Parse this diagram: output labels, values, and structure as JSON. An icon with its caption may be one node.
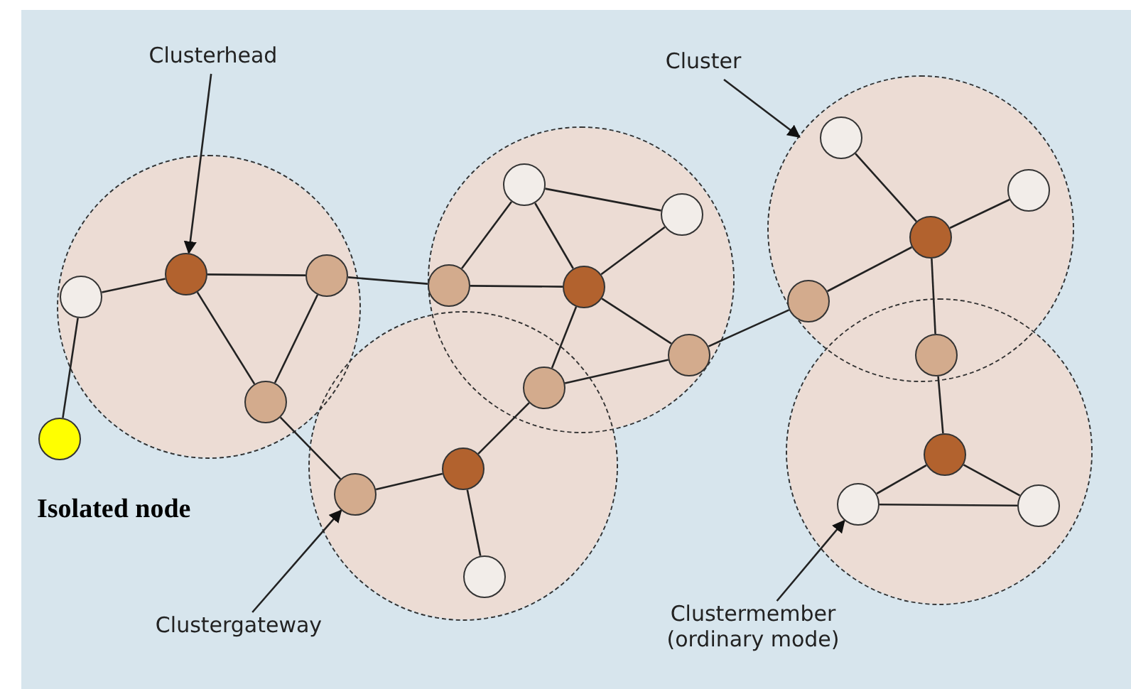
{
  "diagram": {
    "nodes": [
      {
        "text": [
          "Clusterhead"
        ]
      },
      {
        "text": [
          "Cluster"
        ]
      },
      {
        "text": [],
        "shape": "circle"
      },
      {
        "text": [],
        "shape": "circle"
      },
      {
        "text": [],
        "shape": "circle"
      },
      {
        "text": [],
        "shape": "circle"
      },
      {
        "text": [],
        "shape": "circle"
      },
      {
        "text": [],
        "shape": "circle",
        "in": 2
      },
      {
        "text": [],
        "shape": "circle",
        "in": 2
      },
      {
        "text": [],
        "shape": "circle",
        "in": 2
      },
      {
        "text": [],
        "shape": "circle",
        "in": 2
      },
      {
        "text": [],
        "shape": "circle",
        "in": 3
      },
      {
        "text": [],
        "shape": "circle",
        "in": 3
      },
      {
        "text": [],
        "shape": "circle",
        "in": 3
      },
      {
        "text": [],
        "shape": "circle",
        "in": 3
      },
      {
        "text": [],
        "shape": "circle",
        "in": 3
      },
      {
        "text": [],
        "shape": "circle"
      },
      {
        "text": [],
        "shape": "circle",
        "in": 4
      },
      {
        "text": [],
        "shape": "circle",
        "in": 4
      },
      {
        "text": [],
        "shape": "circle",
        "in": 4
      },
      {
        "text": [],
        "shape": "circle",
        "in": 5
      },
      {
        "text": [],
        "shape": "circle",
        "in": 5
      },
      {
        "text": [],
        "shape": "circle",
        "in": 5
      },
      {
        "text": [],
        "shape": "circle",
        "in": 5
      },
      {
        "text": [],
        "shape": "circle"
      },
      {
        "text": [],
        "shape": "circle",
        "in": 6
      },
      {
        "text": [],
        "shape": "circle",
        "in": 6
      },
      {
        "text": [],
        "shape": "circle",
        "in": 6
      },
      {
        "text": [],
        "shape": "circle",
        "beside": [
          "Isolated node"
        ]
      },
      {
        "text": [
          "Clustergateway"
        ]
      },
      {
        "text": [
          "Clustermember (ordinary mode)"
        ]
      }
    ],
    "edges": [
      {
        "from": 0,
        "to": 8,
        "arrow": "to"
      },
      {
        "from": 1,
        "to": 5,
        "arrow": "to"
      },
      {
        "from": 29,
        "to": 17,
        "arrow": "to"
      },
      {
        "from": 30,
        "to": 26,
        "arrow": "to"
      },
      {
        "from": 7,
        "to": 8,
        "arrow": "none"
      },
      {
        "from": 8,
        "to": 9,
        "arrow": "none"
      },
      {
        "from": 8,
        "to": 10,
        "arrow": "none"
      },
      {
        "from": 9,
        "to": 10,
        "arrow": "none"
      },
      {
        "from": 9,
        "to": 11,
        "arrow": "none"
      },
      {
        "from": 11,
        "to": 12,
        "arrow": "none"
      },
      {
        "from": 11,
        "to": 14,
        "arrow": "none"
      },
      {
        "from": 12,
        "to": 14,
        "arrow": "none"
      },
      {
        "from": 12,
        "to": 13,
        "arrow": "none"
      },
      {
        "from": 13,
        "to": 14,
        "arrow": "none"
      },
      {
        "from": 14,
        "to": 15,
        "arrow": "none"
      },
      {
        "from": 14,
        "to": 16,
        "arrow": "none"
      },
      {
        "from": 15,
        "to": 16,
        "arrow": "none"
      },
      {
        "from": 16,
        "to": 18,
        "arrow": "none"
      },
      {
        "from": 10,
        "to": 17,
        "arrow": "none"
      },
      {
        "from": 17,
        "to": 18,
        "arrow": "none"
      },
      {
        "from": 18,
        "to": 19,
        "arrow": "none"
      },
      {
        "from": 15,
        "to": 20,
        "arrow": "none"
      },
      {
        "from": 20,
        "to": 23,
        "arrow": "none"
      },
      {
        "from": 21,
        "to": 23,
        "arrow": "none"
      },
      {
        "from": 22,
        "to": 23,
        "arrow": "none"
      },
      {
        "from": 23,
        "to": 24,
        "arrow": "none"
      },
      {
        "from": 24,
        "to": 25,
        "arrow": "none"
      },
      {
        "from": 25,
        "to": 26,
        "arrow": "none"
      },
      {
        "from": 25,
        "to": 27,
        "arrow": "none"
      },
      {
        "from": 26,
        "to": 27,
        "arrow": "none"
      },
      {
        "from": 7,
        "to": 28,
        "arrow": "none"
      }
    ]
  }
}
